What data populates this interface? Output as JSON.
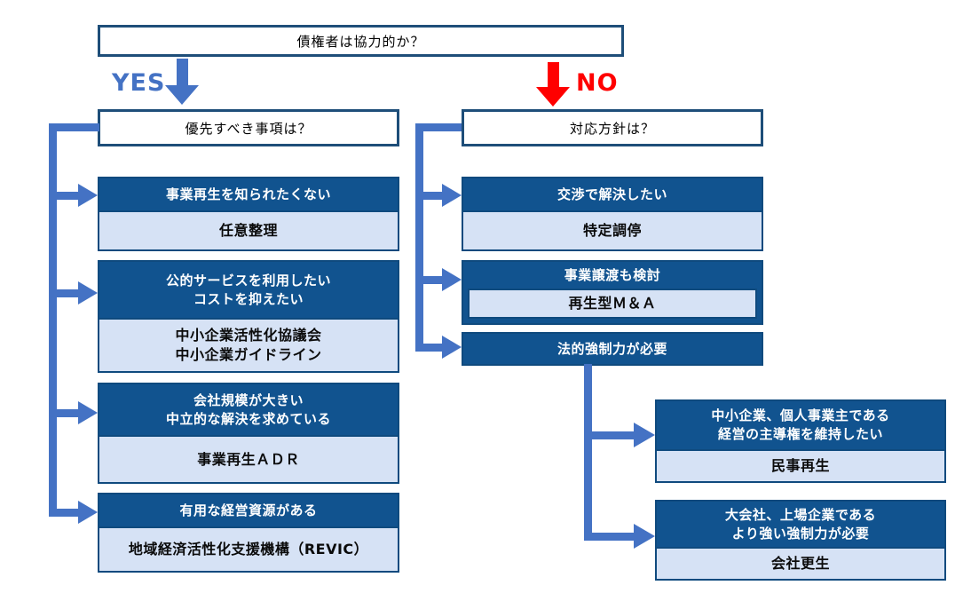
{
  "flowchart": {
    "root": {
      "question": "債権者は協力的か？"
    },
    "branch_labels": {
      "yes": "YES",
      "no": "NO"
    },
    "yes_branch": {
      "question": "優先すべき事項は？",
      "options": [
        {
          "condition": "事業再生を知られたくない",
          "solution": "任意整理"
        },
        {
          "condition": "公的サービスを利用したい\nコストを抑えたい",
          "solution": "中小企業活性化協議会\n中小企業ガイドライン"
        },
        {
          "condition": "会社規模が大きい\n中立的な解決を求めている",
          "solution": "事業再生ＡＤＲ"
        },
        {
          "condition": "有用な経営資源がある",
          "solution": "地域経済活性化支援機構（REVIC）"
        }
      ]
    },
    "no_branch": {
      "question": "対応方針は？",
      "options": [
        {
          "condition": "交渉で解決したい",
          "solution": "特定調停"
        },
        {
          "condition": "事業譲渡も検討",
          "solution": "再生型Ｍ＆Ａ"
        },
        {
          "condition": "法的強制力が必要"
        }
      ],
      "legal_sub_options": [
        {
          "condition": "中小企業、個人事業主である\n経営の主導権を維持したい",
          "solution": "民事再生"
        },
        {
          "condition": "大会社、上場企業である\nより強い強制力が必要",
          "solution": "会社更生"
        }
      ]
    },
    "colors": {
      "dark_box": "#11538F",
      "light_box": "#D6E2F5",
      "box_border": "#0F4A7E",
      "white_box_border": "#1E4E79",
      "connector_blue": "#4472C4",
      "no_red": "#FF0000"
    }
  }
}
